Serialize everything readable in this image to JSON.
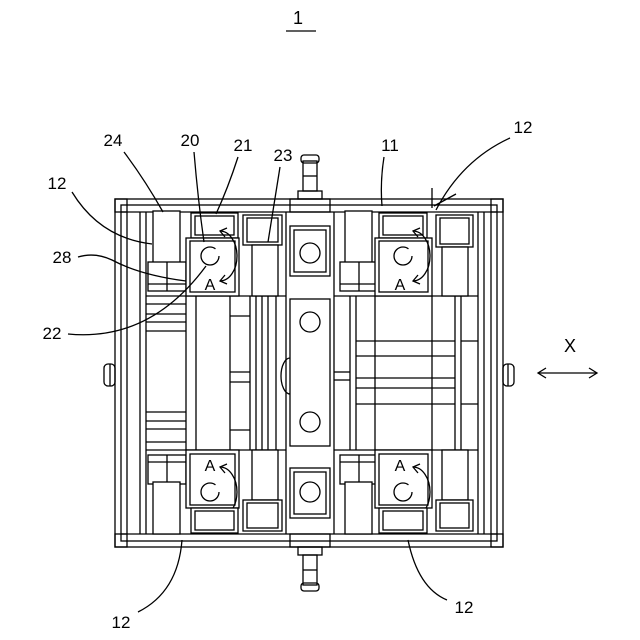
{
  "figure": {
    "number": "1",
    "direction": "X"
  },
  "reference_numerals": {
    "n24": "24",
    "n20": "20",
    "n21": "21",
    "n23": "23",
    "n11": "11",
    "n12_top_right": "12",
    "n12_left": "12",
    "n28": "28",
    "n22": "22",
    "n12_bottom_left": "12",
    "n12_bottom_right": "12"
  },
  "rotation_marks": {
    "top_left": "A",
    "top_right": "A",
    "bottom_left": "A",
    "bottom_right": "A"
  },
  "icons": {
    "rotation": "circular-arrow-icon",
    "direction": "double-headed-arrow-icon"
  },
  "colors": {
    "line": "#000000",
    "background": "#ffffff"
  }
}
